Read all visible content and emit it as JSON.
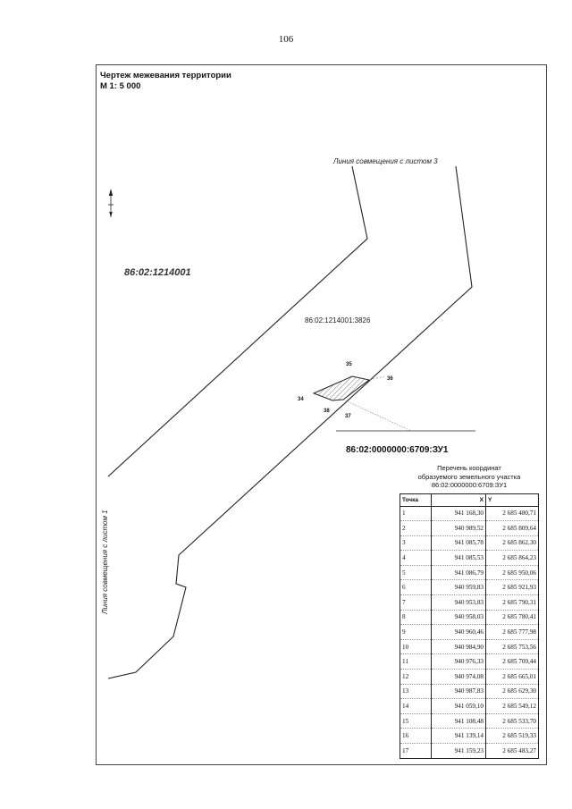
{
  "page": {
    "number": "106"
  },
  "drawing": {
    "title_line1": "Чертеж межевания территории",
    "title_line2": "М 1: 5 000",
    "north_arrow": "north-arrow-icon",
    "labels": {
      "join_sheet3": "Линия совмещения с листом 3",
      "join_sheet1": "Линия совмещения с листом 1",
      "block": "86:02:1214001",
      "parcel_existing": "86:02:1214001:3826",
      "parcel_new": "86:02:0000000:6709:ЗУ1"
    },
    "points": [
      "34",
      "35",
      "36",
      "37",
      "38"
    ]
  },
  "coords": {
    "caption_line1": "Перечень координат",
    "caption_line2": "образуемого земельного участка",
    "caption_line3": "86:02:0000000:6709:ЗУ1",
    "headers": [
      "Точка",
      "X",
      "Y"
    ],
    "rows": [
      [
        "1",
        "941 168,30",
        "2 685 480,71"
      ],
      [
        "2",
        "940 989,52",
        "2 685 809,64"
      ],
      [
        "3",
        "941 085,78",
        "2 685 862,30"
      ],
      [
        "4",
        "941 085,53",
        "2 685 864,23"
      ],
      [
        "5",
        "941 086,79",
        "2 685 950,06"
      ],
      [
        "6",
        "940 959,83",
        "2 685 921,93"
      ],
      [
        "7",
        "940 953,83",
        "2 685 790,31"
      ],
      [
        "8",
        "940 958,03",
        "2 685 780,41"
      ],
      [
        "9",
        "940 960,46",
        "2 685 777,98"
      ],
      [
        "10",
        "940 984,90",
        "2 685 753,56"
      ],
      [
        "11",
        "940 976,33",
        "2 685 709,44"
      ],
      [
        "12",
        "940 974,08",
        "2 685 665,01"
      ],
      [
        "13",
        "940 987,83",
        "2 685 629,30"
      ],
      [
        "14",
        "941 059,10",
        "2 685 549,12"
      ],
      [
        "15",
        "941 108,48",
        "2 685 533,70"
      ],
      [
        "16",
        "941 139,14",
        "2 685 519,33"
      ],
      [
        "17",
        "941 159,23",
        "2 685 483,27"
      ]
    ]
  }
}
